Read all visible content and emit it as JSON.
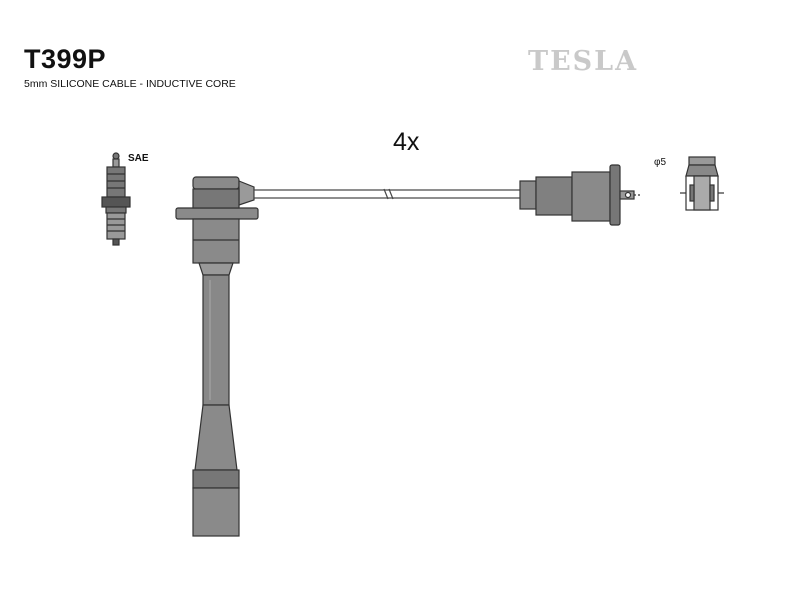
{
  "header": {
    "part_number": "T399P",
    "description": "5mm SILICONE CABLE - INDUCTIVE CORE",
    "brand": "TESLA"
  },
  "diagram": {
    "quantity_label": "4x",
    "spark_plug_label": "SAE",
    "terminal_diameter_label": "φ5",
    "stroke_color": "#333333",
    "fill_color": "#888888"
  }
}
